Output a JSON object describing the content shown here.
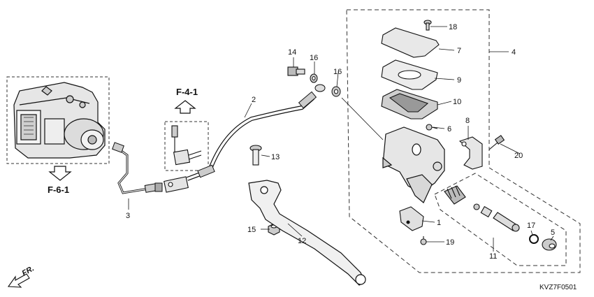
{
  "callouts": {
    "c1": "1",
    "c2": "2",
    "c3": "3",
    "c4": "4",
    "c5": "5",
    "c6": "6",
    "c7": "7",
    "c8": "8",
    "c9": "9",
    "c10": "10",
    "c11": "11",
    "c12": "12",
    "c13": "13",
    "c14": "14",
    "c15": "15",
    "c16a": "16",
    "c16b": "16",
    "c17": "17",
    "c18": "18",
    "c19": "19",
    "c20": "20"
  },
  "references": {
    "f41": "F-4-1",
    "f61": "F-6-1"
  },
  "direction_label": "FR.",
  "diagram_code": "KVZ7F0501"
}
